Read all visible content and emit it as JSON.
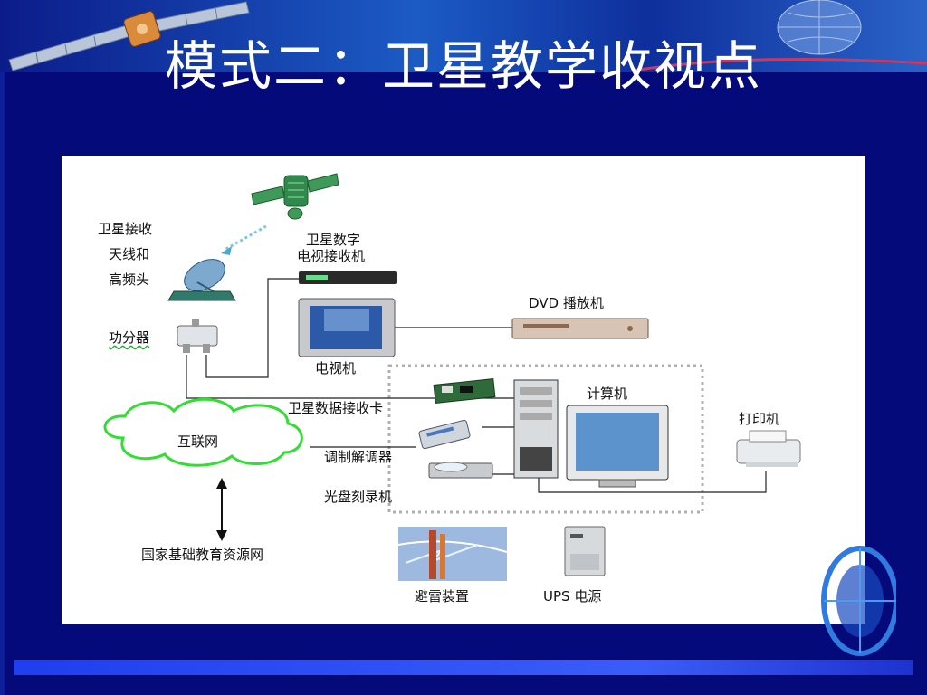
{
  "slide": {
    "title": "模式二：卫星教学收视点"
  },
  "diagram": {
    "labels": {
      "antenna_l1": "卫星接收",
      "antenna_l2": "天线和",
      "antenna_l3": "高频头",
      "receiver_l1": "卫星数字",
      "receiver_l2": "电视接收机",
      "dvd": "DVD 播放机",
      "splitter": "功分器",
      "tv": "电视机",
      "sat_card": "卫星数据接收卡",
      "computer": "计算机",
      "printer": "打印机",
      "internet": "互联网",
      "modem": "调制解调器",
      "burner": "光盘刻录机",
      "resource_net": "国家基础教育资源网",
      "lightning": "避雷装置",
      "ups": "UPS 电源"
    }
  },
  "colors": {
    "page_bg": "#050a7a",
    "cloud_outline": "#33dd33",
    "title_text": "#ffffff"
  },
  "icons": [
    "satellite-icon",
    "globe-icon",
    "satellite-dish-icon",
    "splitter-icon",
    "receiver-box-icon",
    "tv-icon",
    "dvd-player-icon",
    "sat-card-icon",
    "computer-tower-icon",
    "monitor-icon",
    "modem-icon",
    "optical-drive-icon",
    "printer-icon",
    "internet-cloud-icon",
    "double-arrow-icon",
    "lightning-rod-icon",
    "ups-icon"
  ]
}
